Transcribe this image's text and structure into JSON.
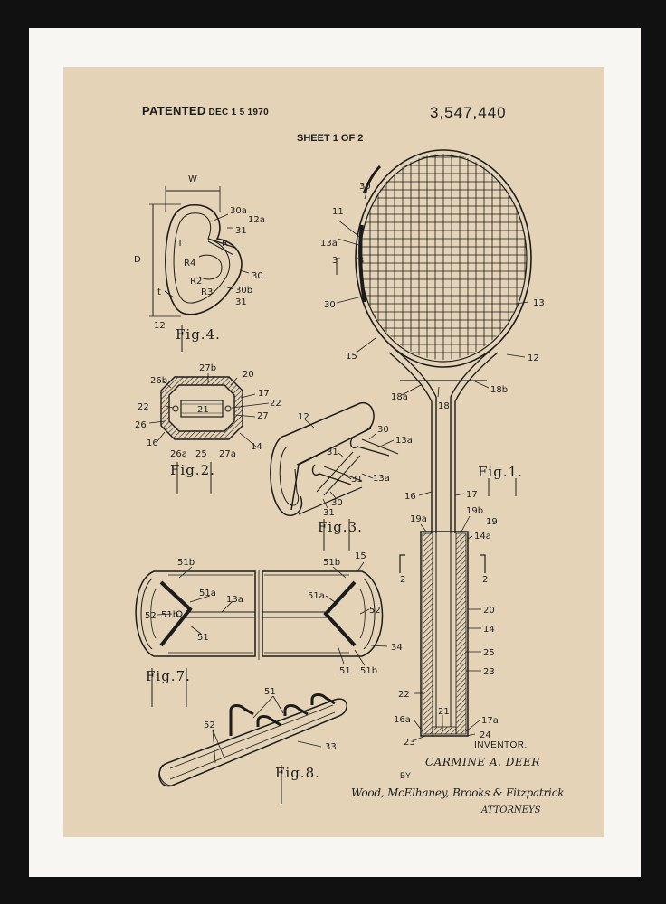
{
  "header": {
    "patented": "PATENTED",
    "date": "DEC 1 5 1970",
    "patent_number": "3,547,440",
    "sheet": "SHEET 1 OF 2"
  },
  "figure_captions": {
    "fig1": "Fig.1.",
    "fig2": "Fig.2.",
    "fig3": "Fig.3.",
    "fig4": "Fig.4.",
    "fig7": "Fig.7.",
    "fig8": "Fig.8."
  },
  "fig1_labels": [
    "11",
    "30",
    "13a",
    "3",
    "3",
    "30",
    "13",
    "15",
    "12",
    "18a",
    "18",
    "18b",
    "16",
    "17",
    "19a",
    "19b",
    "19",
    "14a",
    "2",
    "2",
    "20",
    "14",
    "25",
    "23",
    "22",
    "21",
    "16a",
    "17a",
    "23",
    "24"
  ],
  "fig4_labels": [
    "W",
    "30a",
    "12a",
    "31",
    "T",
    "R",
    "D",
    "R4",
    "R2",
    "R3",
    "30",
    "t",
    "30b",
    "31",
    "12"
  ],
  "fig2_labels": [
    "26b",
    "27b",
    "20",
    "17",
    "22",
    "21",
    "22",
    "27",
    "26",
    "16",
    "26a",
    "25",
    "27a",
    "14"
  ],
  "fig3_labels": [
    "12",
    "30",
    "31",
    "13a",
    "31",
    "13a",
    "30",
    "31"
  ],
  "fig7_labels": [
    "51b",
    "51a",
    "13a",
    "52",
    "51b",
    "51",
    "51b",
    "15",
    "51a",
    "52",
    "34",
    "51",
    "51b"
  ],
  "fig8_labels": [
    "51",
    "52",
    "33"
  ],
  "footer": {
    "inventor_label": "INVENTOR.",
    "inventor_name": "CARMINE A. DEER",
    "by": "BY",
    "signature": "Wood, McElhaney, Brooks & Fitzpatrick",
    "attorneys": "ATTORNEYS"
  },
  "colors": {
    "frame": "#111111",
    "mat": "#f7f6f2",
    "paper": "#e4d3b7",
    "ink": "#1c1c1c"
  }
}
